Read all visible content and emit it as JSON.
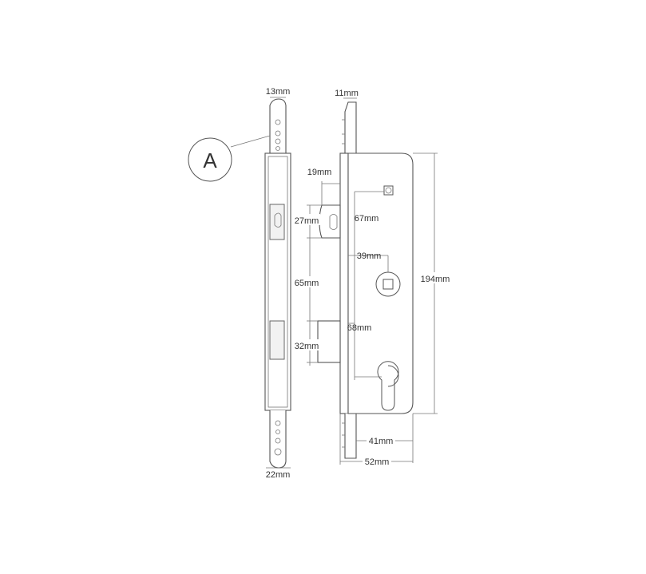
{
  "callout": {
    "letter": "A"
  },
  "dimensions": {
    "faceplate_top_width": "13mm",
    "faceplate_bottom_width": "22mm",
    "edge_thickness": "11mm",
    "latch_projection": "19mm",
    "latch_height": "27mm",
    "spindle_offset": "67mm",
    "spindle_square": "39mm",
    "bolt_gap": "65mm",
    "deadbolt_offset": "68mm",
    "deadbolt_height": "32mm",
    "case_height": "194mm",
    "backset": "41mm",
    "case_depth": "52mm"
  },
  "colors": {
    "line": "#555555",
    "text": "#333333",
    "background": "#ffffff"
  }
}
